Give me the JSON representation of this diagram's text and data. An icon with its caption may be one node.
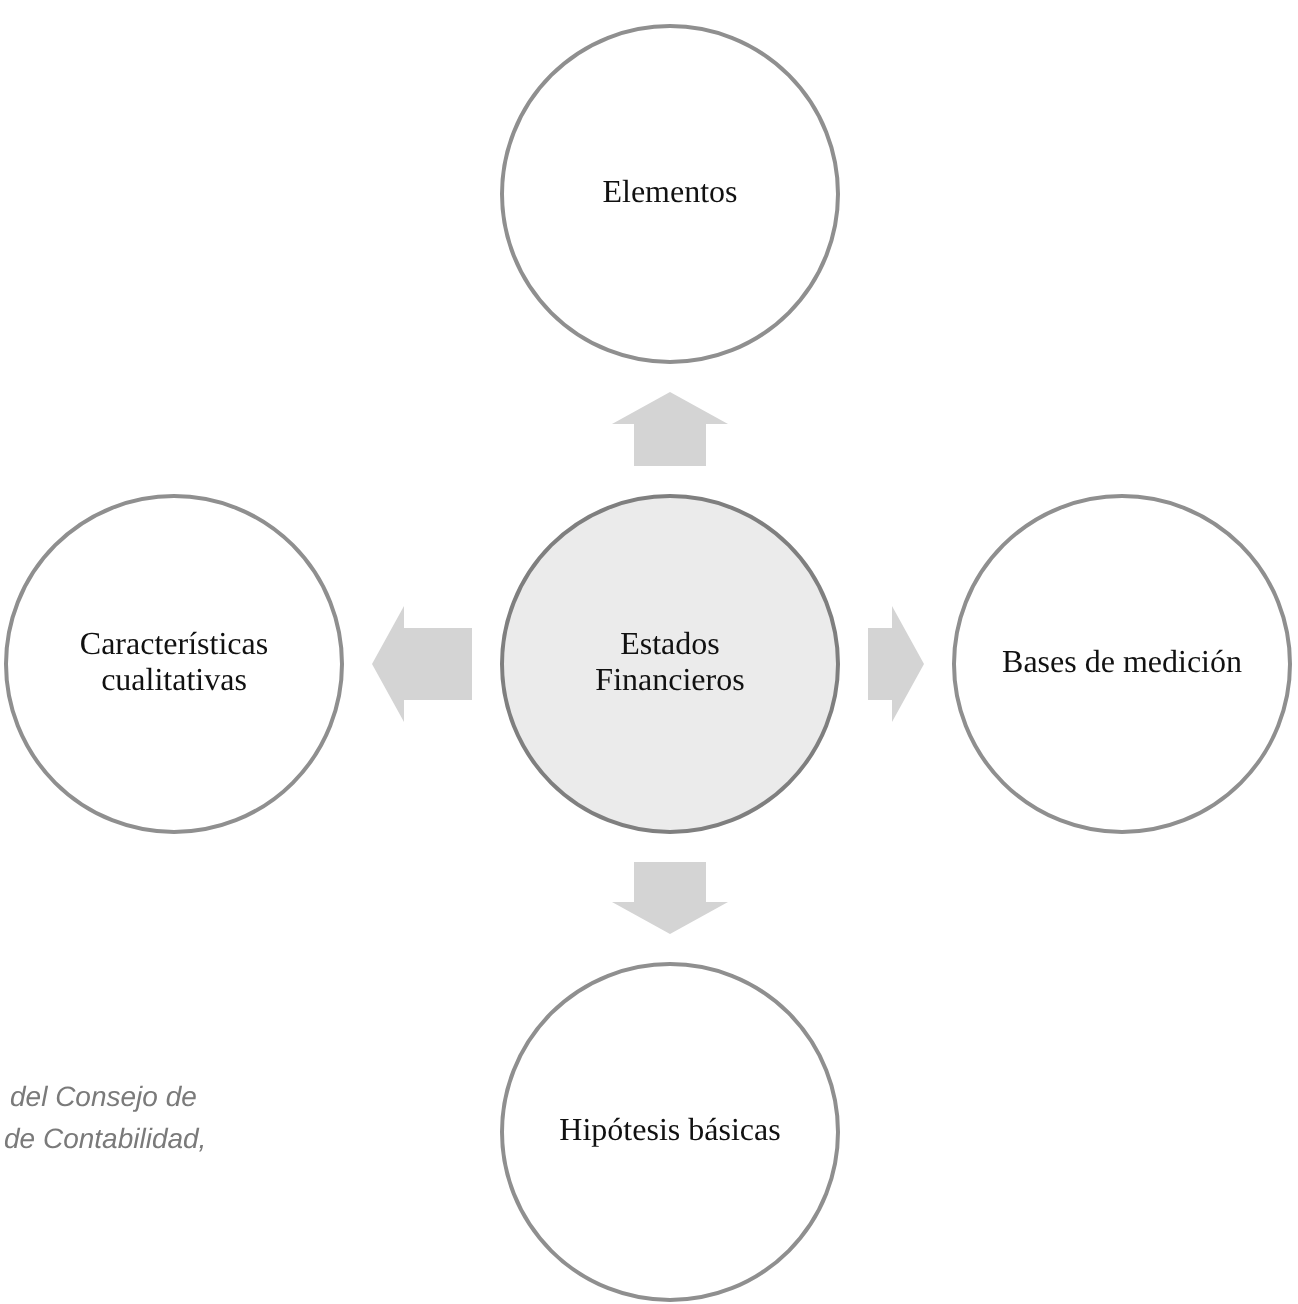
{
  "diagram": {
    "nodes": [
      {
        "text": [
          "Elementos"
        ]
      },
      {
        "text": [
          "Características cualitativas"
        ]
      },
      {
        "text": [
          "Estados Financieros"
        ]
      },
      {
        "text": [
          "Bases de medición"
        ]
      },
      {
        "text": [
          "Hipótesis básicas"
        ]
      }
    ],
    "edges": [
      {
        "from": 2,
        "to": 0,
        "arrow": "to"
      },
      {
        "from": 2,
        "to": 1,
        "arrow": "to"
      },
      {
        "from": 2,
        "to": 3,
        "arrow": "to"
      },
      {
        "from": 2,
        "to": 4,
        "arrow": "to"
      }
    ],
    "labels": [
      "del Consejo de",
      "de Contabilidad,"
    ]
  }
}
